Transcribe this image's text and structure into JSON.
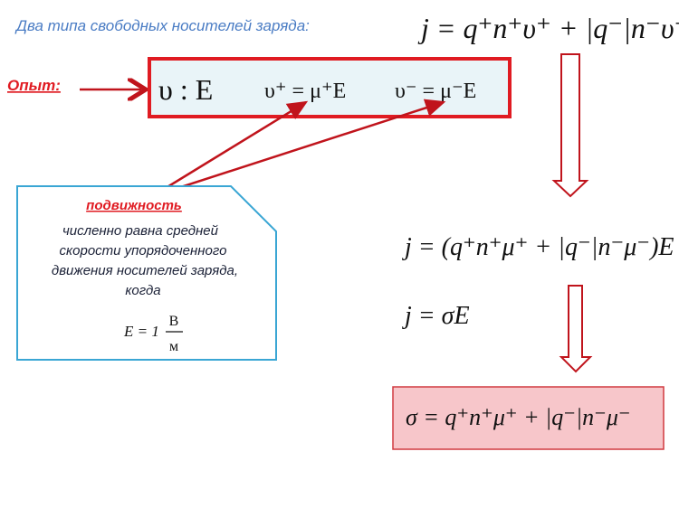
{
  "title": "Два типа свободных носителей заряда:",
  "formula_current": "j = q⁺n⁺υ⁺ + |q⁻|n⁻υ⁻",
  "experiment_label": "Опыт:",
  "experiment_box": {
    "proportional": "υ : E",
    "positive": "υ⁺ = μ⁺E",
    "negative": "υ⁻ = μ⁻E"
  },
  "callout": {
    "heading": "подвижность",
    "lines": [
      "численно равна средней",
      "скорости упорядоченного",
      "движения носителей заряда,",
      "когда"
    ],
    "condition_left": "E = 1",
    "condition_num": "В",
    "condition_den": "м"
  },
  "formula_expanded": "j = (q⁺n⁺μ⁺ + |q⁻|n⁻μ⁻)E",
  "formula_ohm": "j = σE",
  "formula_result": "σ = q⁺n⁺μ⁺ + |q⁻|n⁻μ⁻",
  "colors": {
    "red": "#e01b22",
    "blue_text": "#4a7cc4",
    "callout_border": "#3aa6d4",
    "box_fill": "#e9f4f8",
    "result_fill": "#f7c6ca"
  }
}
